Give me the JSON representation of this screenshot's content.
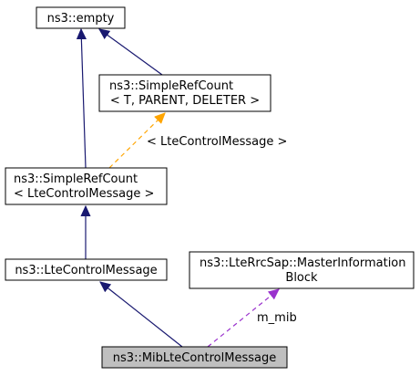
{
  "nodes": {
    "empty": {
      "lines": [
        "ns3::empty"
      ]
    },
    "simple_ref_template": {
      "lines": [
        "ns3::SimpleRefCount",
        "< T, PARENT, DELETER >"
      ]
    },
    "simple_ref_lte": {
      "lines": [
        "ns3::SimpleRefCount",
        "< LteControlMessage >"
      ]
    },
    "lte_control_message": {
      "lines": [
        "ns3::LteControlMessage"
      ]
    },
    "master_info_block": {
      "lines": [
        "ns3::LteRrcSap::MasterInformation",
        "Block"
      ]
    },
    "mib_lte_control_message": {
      "lines": [
        "ns3::MibLteControlMessage"
      ]
    }
  },
  "edge_labels": {
    "template_instantiation": "< LteControlMessage >",
    "member": "m_mib"
  },
  "colors": {
    "inheritance": "#191970",
    "template": "#ffa500",
    "usage": "#9a32cd",
    "focus_fill": "#bfbfbf"
  }
}
